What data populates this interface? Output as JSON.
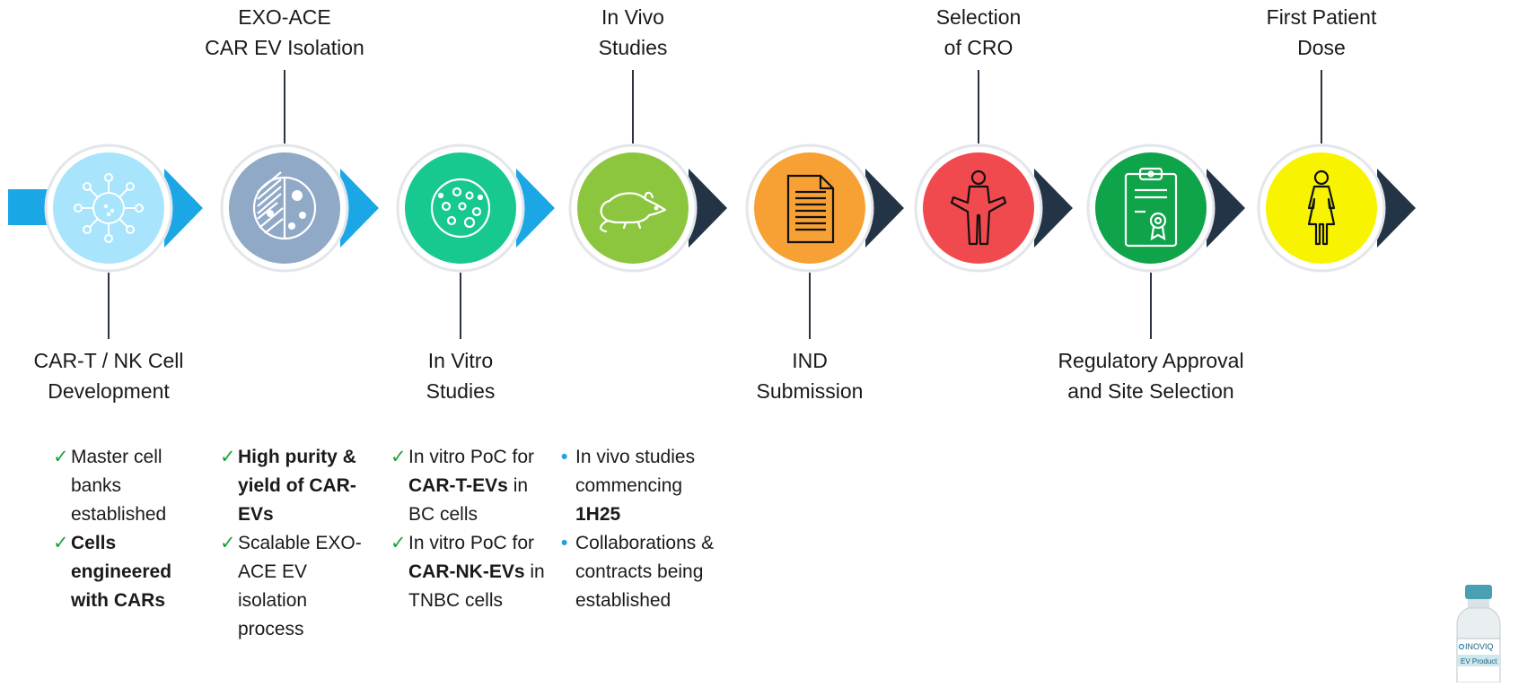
{
  "stages": [
    {
      "label_top": "",
      "label_bottom": "CAR-T / NK Cell\nDevelopment",
      "color": "#a8e4fb",
      "arrow_color": "#1ba6e6",
      "icon": "virus-cell-icon"
    },
    {
      "label_top": "EXO-ACE\nCAR EV Isolation",
      "label_bottom": "",
      "color": "#8fa9c6",
      "arrow_color": "#1ba6e6",
      "icon": "petri-dish-icon"
    },
    {
      "label_top": "",
      "label_bottom": "In Vitro\nStudies",
      "color": "#17c890",
      "arrow_color": "#1ba6e6",
      "icon": "cells-culture-icon"
    },
    {
      "label_top": "In Vivo\nStudies",
      "label_bottom": "",
      "color": "#8cc63f",
      "arrow_color": "#243447",
      "icon": "mouse-icon"
    },
    {
      "label_top": "",
      "label_bottom": "IND\nSubmission",
      "color": "#f7a033",
      "arrow_color": "#243447",
      "icon": "document-icon"
    },
    {
      "label_top": "Selection\nof CRO",
      "label_bottom": "",
      "color": "#f04a4f",
      "arrow_color": "#243447",
      "icon": "person-shrug-icon"
    },
    {
      "label_top": "",
      "label_bottom": "Regulatory Approval\nand Site Selection",
      "color": "#0fa34a",
      "arrow_color": "#243447",
      "icon": "certificate-clipboard-icon"
    },
    {
      "label_top": "First Patient\nDose",
      "label_bottom": "",
      "color": "#f8f400",
      "arrow_color": "#243447",
      "icon": "patient-icon"
    }
  ],
  "progress": [
    {
      "items": [
        {
          "marker": "check",
          "parts": [
            {
              "t": "Master cell banks established",
              "b": false
            }
          ]
        },
        {
          "marker": "check",
          "parts": [
            {
              "t": "Cells engineered with CARs",
              "b": true
            }
          ]
        }
      ]
    },
    {
      "items": [
        {
          "marker": "check",
          "parts": [
            {
              "t": "High purity & yield of CAR-EVs",
              "b": true
            }
          ]
        },
        {
          "marker": "check",
          "parts": [
            {
              "t": "Scalable EXO-ACE EV isolation process",
              "b": false
            }
          ]
        }
      ]
    },
    {
      "items": [
        {
          "marker": "check",
          "parts": [
            {
              "t": "In vitro PoC for ",
              "b": false
            },
            {
              "t": "CAR-T-EVs",
              "b": true
            },
            {
              "t": " in BC cells",
              "b": false
            }
          ]
        },
        {
          "marker": "check",
          "parts": [
            {
              "t": "In vitro PoC for ",
              "b": false
            },
            {
              "t": "CAR-NK-EVs",
              "b": true
            },
            {
              "t": " in TNBC cells",
              "b": false
            }
          ]
        }
      ]
    },
    {
      "items": [
        {
          "marker": "dot",
          "parts": [
            {
              "t": "In vivo studies commencing ",
              "b": false
            },
            {
              "t": "1H25",
              "b": true
            }
          ]
        },
        {
          "marker": "dot",
          "parts": [
            {
              "t": "Collaborations & contracts being established",
              "b": false
            }
          ]
        }
      ]
    }
  ],
  "vial": {
    "brand": "INOVIQ",
    "caption": "EV Product"
  }
}
